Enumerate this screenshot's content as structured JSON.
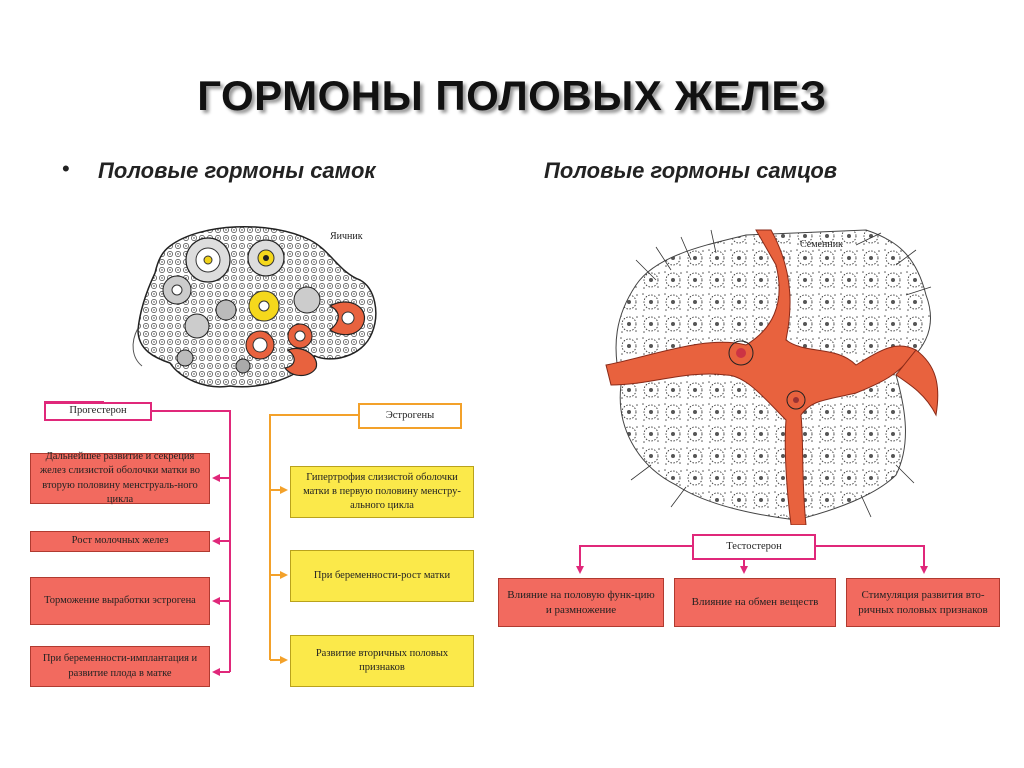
{
  "title": "ГОРМОНЫ ПОЛОВЫХ ЖЕЛЕЗ",
  "bullet": "•",
  "subtitles": {
    "female": "Половые гормоны самок",
    "male": "Половые гормоны самцов"
  },
  "female": {
    "organ_label": "Яичник",
    "progesterone": {
      "header": "Прогестерон",
      "effects": [
        "Дальнейшее развитие и секреция желез слизистой оболочки матки во вторую половину менструаль-ного цикла",
        "Рост молочных желез",
        "Торможение выработки эстрогена",
        "При беременности-имплантация и развитие плода в матке"
      ]
    },
    "estrogens": {
      "header": "Эстрогены",
      "effects": [
        "Гипертрофия слизистой оболочки матки в первую половину менстру-ального цикла",
        "При беременности-рост матки",
        "Развитие вторичных половых признаков"
      ]
    }
  },
  "male": {
    "organ_label": "Семенник",
    "testosterone": {
      "header": "Тестостерон",
      "effects": [
        "Влияние на половую функ-цию и размножение",
        "Влияние на обмен веществ",
        "Стимуляция развития вто-ричных половых признаков"
      ]
    }
  },
  "colors": {
    "magenta_line": "#e0287a",
    "orange_line": "#f3a12a",
    "red_box": "#f26a5f",
    "yellow_box": "#fbe94a",
    "tissue_red": "#e8623e"
  },
  "icons": {
    "ovary": "ovary-illustration",
    "testis": "testis-illustration"
  }
}
